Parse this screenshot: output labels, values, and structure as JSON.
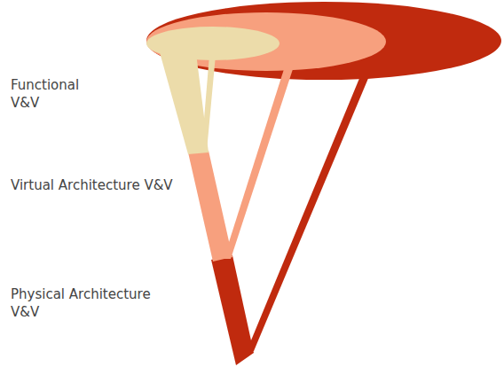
{
  "diagram": {
    "labels": [
      "Functional V&V",
      "Virtual Architecture V&V",
      "Physical Architecture V&V"
    ]
  }
}
